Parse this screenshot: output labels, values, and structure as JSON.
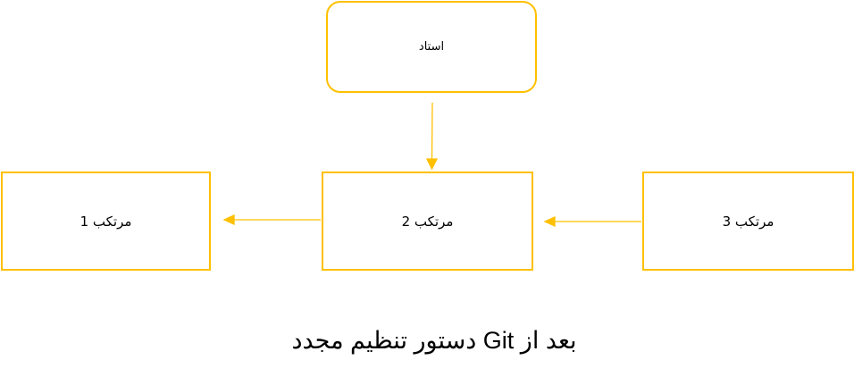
{
  "diagram": {
    "nodes": [
      {
        "id": "teacher",
        "label": "استاد"
      },
      {
        "id": "committer1",
        "label": "مرتکب 1"
      },
      {
        "id": "committer2",
        "label": "مرتکب 2"
      },
      {
        "id": "committer3",
        "label": "مرتکب 3"
      }
    ],
    "edges": [
      {
        "from": "teacher",
        "to": "committer2"
      },
      {
        "from": "committer2",
        "to": "committer1"
      },
      {
        "from": "committer3",
        "to": "committer2"
      }
    ],
    "caption": "بعد از Git دستور تنظیم مجدد",
    "accent_color": "#FFC000"
  }
}
